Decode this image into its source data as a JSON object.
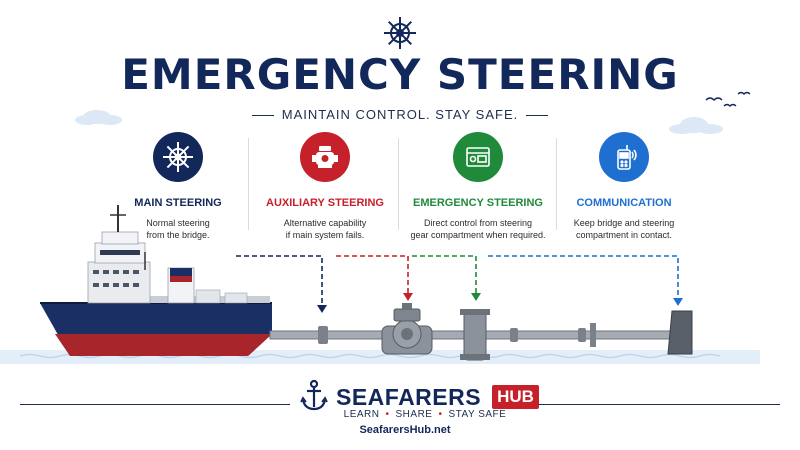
{
  "header": {
    "title": "EMERGENCY STEERING",
    "subtitle": "MAINTAIN CONTROL. STAY SAFE."
  },
  "panels": [
    {
      "title": "MAIN STEERING",
      "line1": "Normal steering",
      "line2": "from the bridge.",
      "color": "#13285a",
      "icon": "ship-wheel-icon"
    },
    {
      "title": "AUXILIARY STEERING",
      "line1": "Alternative capability",
      "line2": "if main system fails.",
      "color": "#c6202a",
      "icon": "hydraulic-pump-icon"
    },
    {
      "title": "EMERGENCY STEERING",
      "line1": "Direct control from steering",
      "line2": "gear compartment when required.",
      "color": "#1f8a3a",
      "icon": "control-panel-icon"
    },
    {
      "title": "COMMUNICATION",
      "line1": "Keep bridge and steering",
      "line2": "compartment in contact.",
      "color": "#1e6fd0",
      "icon": "radio-handset-icon"
    }
  ],
  "footer": {
    "brand": "SEAFARERS",
    "hub": "HUB",
    "tag1": "LEARN",
    "tag2": "SHARE",
    "tag3": "STAY SAFE",
    "site": "SeafarersHub.net"
  }
}
